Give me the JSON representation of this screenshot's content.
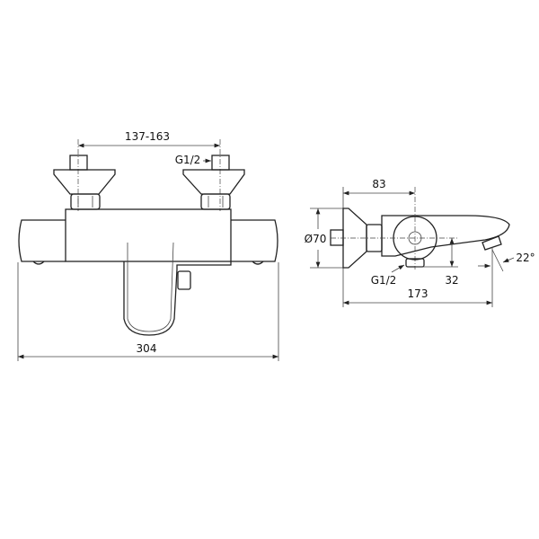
{
  "front_view": {
    "dim_connection_spacing": "137-163",
    "dim_thread": "G1/2",
    "dim_total_width": "304"
  },
  "side_view": {
    "dim_depth_to_center": "83",
    "dim_diameter": "Ø70",
    "dim_outlet_thread": "G1/2",
    "dim_outlet_height": "32",
    "dim_total_depth": "173",
    "dim_spout_angle": "22°"
  },
  "colors": {
    "line": "#222222",
    "background": "#ffffff"
  }
}
